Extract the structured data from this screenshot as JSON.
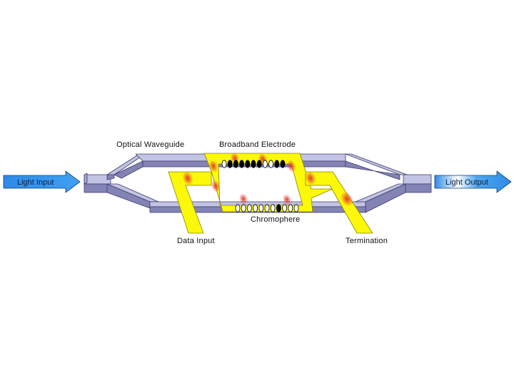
{
  "labels": {
    "light_input": "Light Input",
    "light_output": "Light Output",
    "optical_waveguide": "Optical Waveguide",
    "broadband_electrode": "Broadband Electrode",
    "chromophere": "Chromophere",
    "data_input": "Data Input",
    "termination": "Termination"
  },
  "colors": {
    "waveguide_top": "#c3c3e3",
    "waveguide_side": "#8383b5",
    "electrode": "#fbf80a",
    "electrode_edge": "#9a9400",
    "signal": "#e8392b",
    "arrow": "#2f8be6"
  },
  "chromophore_top": [
    "white",
    "black",
    "black",
    "black",
    "black",
    "black",
    "black",
    "white",
    "white",
    "black",
    "black"
  ],
  "chromophore_bottom": [
    "white",
    "white",
    "white",
    "white",
    "white",
    "white",
    "white",
    "black",
    "white",
    "white",
    "white"
  ]
}
